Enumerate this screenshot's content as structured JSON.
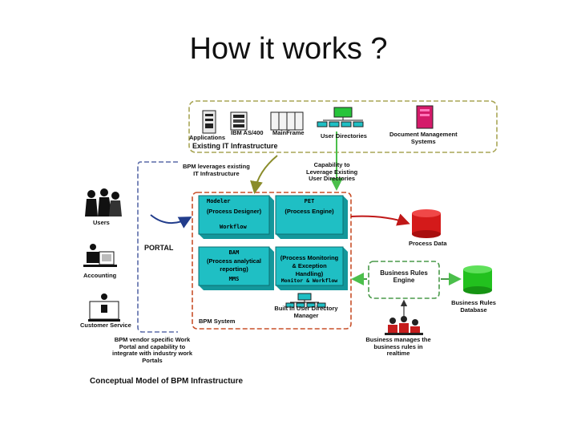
{
  "slide": {
    "title": "How it works ?"
  },
  "it_infra": {
    "applications": "Applications",
    "ibm_as400": "IBM AS/400",
    "mainframe": "MainFrame",
    "user_directories": "User Directories",
    "document_mgmt_line1": "Document Management",
    "document_mgmt_line2": "Systems",
    "heading": "Existing IT Infrastructure"
  },
  "annotations": {
    "leverages_line1": "BPM leverages existing",
    "leverages_line2": "IT Infrastructure",
    "capability_line1": "Capability to",
    "capability_line2": "Leverage Existing",
    "capability_line3": "User Directories"
  },
  "portal": {
    "label": "PORTAL",
    "users": "Users",
    "accounting": "Accounting",
    "customer_service": "Customer Service"
  },
  "bpm": {
    "modeler_title": "Modeler",
    "modeler_sub": "(Process Designer)",
    "modeler_footer": "Workflow",
    "pet_title": "PET",
    "pet_sub": "(Process Engine)",
    "bam_title": "BAM",
    "bam_line1": "(Process analytical",
    "bam_line2": "reporting)",
    "bam_footer": "MMS",
    "monitor_line1": "(Process Monitoring",
    "monitor_line2": "& Exception",
    "monitor_line3": "Handling)",
    "monitor_footer": "Monitor & Workflow",
    "directory_line1": "Built in User Directory",
    "directory_line2": "Manager",
    "system_label": "BPM System"
  },
  "right": {
    "process_data": "Process Data",
    "rules_engine_line1": "Business Rules",
    "rules_engine_line2": "Engine",
    "rules_db_line1": "Business Rules",
    "rules_db_line2": "Database",
    "manages_line1": "Business manages the",
    "manages_line2": "business rules in",
    "manages_line3": "realtime"
  },
  "bottom": {
    "vendor_line1": "BPM vendor specific Work",
    "vendor_line2": "Portal and capability to",
    "vendor_line3": "integrate with industry work",
    "vendor_line4": "Portals",
    "conceptual": "Conceptual Model of BPM Infrastructure"
  },
  "colors": {
    "infra_border": "#a9a657",
    "bpm_border": "#c8502a",
    "portal_border": "#5a6aa8",
    "rules_border": "#4a9a4a",
    "box_fill": "#1fbfc4",
    "db_red": "#d41a1a",
    "db_green": "#22c11e",
    "arrow_navy": "#223d8c",
    "arrow_olive": "#8a8c2a",
    "arrow_green": "#4bbf4b",
    "arrow_red": "#c01818"
  }
}
